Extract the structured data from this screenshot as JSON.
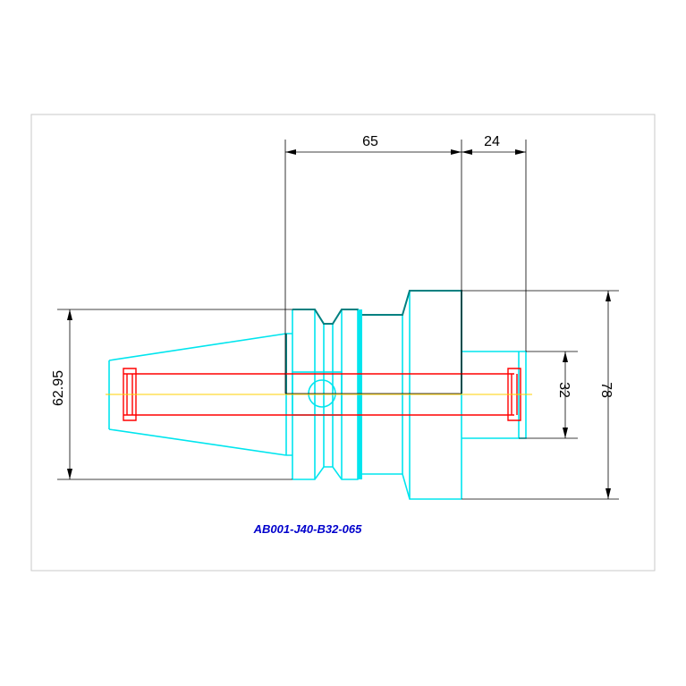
{
  "drawing": {
    "part_number": "AB001-J40-B32-065",
    "dimensions": {
      "length_body": "65",
      "length_bore": "24",
      "flange_dia": "62.95",
      "bore_dia": "32",
      "body_dia": "78"
    },
    "colors": {
      "frame": "#c8c8c8",
      "outline": "#00e5ee",
      "outline_dark": "#008080",
      "bore": "#ff0000",
      "centerline": "#ffd000",
      "dimension": "#000000",
      "label": "#0000cc"
    }
  }
}
